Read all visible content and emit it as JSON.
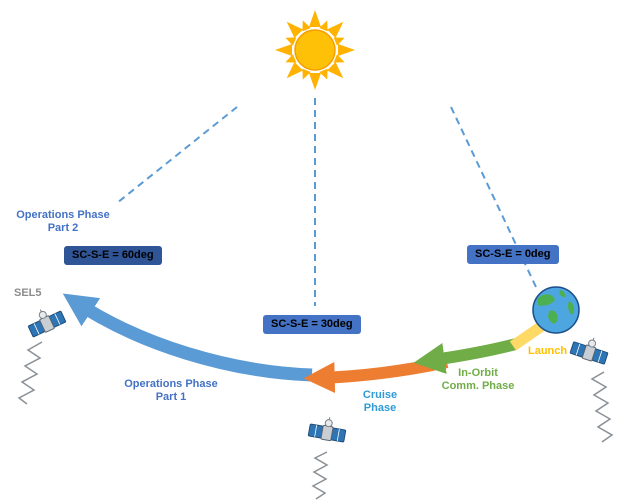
{
  "diagram": {
    "angle_labels": {
      "deg60": "SC-S-E = 60deg",
      "deg30": "SC-S-E = 30deg",
      "deg0": "SC-S-E = 0deg"
    },
    "sel5_label": "SEL5",
    "launch_label": "Launch",
    "phases": {
      "operations_part2_line1": "Operations Phase",
      "operations_part2_line2": "Part 2",
      "operations_part1_line1": "Operations Phase",
      "operations_part1_line2": "Part 1",
      "cruise_line1": "Cruise",
      "cruise_line2": "Phase",
      "commissioning_line1": "In-Orbit",
      "commissioning_line2": "Comm. Phase"
    },
    "icons": {
      "sun": "sun-icon",
      "earth": "earth-globe-icon",
      "spacecraft": "satellite-icon",
      "signal": "zigzag-signal-icon"
    },
    "colors": {
      "operations_arrow": "#5B9BD5",
      "cruise_arrow": "#ED7D31",
      "commissioning_arrow": "#70AD47",
      "launch_arrow": "#FFD966",
      "angle_label_bg": "#4472C4",
      "angle_label_bg_dark": "#2F5597",
      "angle_label_text": "#FFFFFF",
      "dashed_sun_line": "#5B9BD5",
      "operations_text": "#4472C4",
      "cruise_text": "#2E9BD6",
      "commissioning_text": "#70AD47",
      "launch_text": "#FFC000",
      "sel5_text": "#8C8C8C",
      "sun_body": "#FFC107",
      "sun_rays": "#FFB300",
      "earth_ocean": "#4DA6E0",
      "earth_land": "#4CAF50",
      "spacecraft_panel": "#2E75B6",
      "squiggle": "#8A9096"
    }
  }
}
